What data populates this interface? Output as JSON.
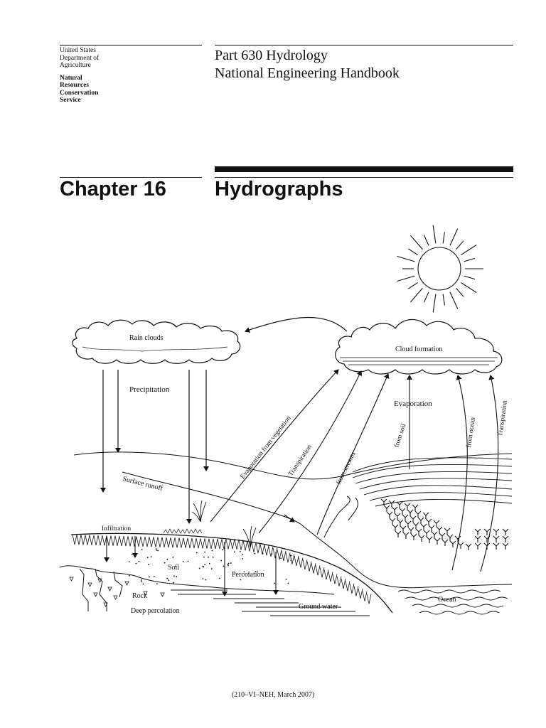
{
  "header": {
    "agency_lines": [
      "United States",
      "Department of",
      "Agriculture"
    ],
    "service_lines": [
      "Natural",
      "Resources",
      "Conservation",
      "Service"
    ],
    "part_line": "Part 630 Hydrology",
    "handbook_line": "National Engineering Handbook"
  },
  "chapter": {
    "label": "Chapter 16",
    "title": "Hydrographs"
  },
  "figure": {
    "labels": {
      "rain_clouds": "Rain clouds",
      "cloud_formation": "Cloud formation",
      "precipitation": "Precipitation",
      "evaporation": "Evaporation",
      "from_soil": "from soil",
      "from_ocean": "from ocean",
      "transpiration_right": "Transpiration",
      "evap_vegetation": "Evaporation from vegetation",
      "transpiration": "Transpiration",
      "from_streams": "from streams",
      "surface_runoff": "Surface runoff",
      "infiltration": "Infiltration",
      "soil": "Soil",
      "percolation": "Percolation",
      "rock": "Rock",
      "deep_percolation": "Deep percolation",
      "ground_water": "Ground water",
      "ocean": "Ocean"
    }
  },
  "footer": {
    "text": "(210–VI–NEH, March 2007)"
  }
}
